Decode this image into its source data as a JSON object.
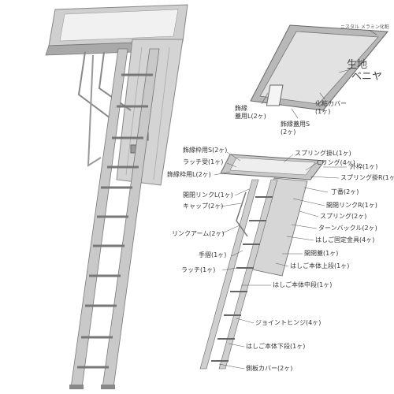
{
  "panel_labels": {
    "plywood_note": "生地\nベニヤ",
    "corner_note": "ニスタル メラミン化粧",
    "trim_l": "飾縁\n蓋用L(2ヶ)",
    "trim_s": "飾縁蓋用S\n(2ヶ)",
    "cover": "化粧カバー\n(1ヶ)"
  },
  "parts_labels": {
    "trim_frame_s": "飾縁枠用S(2ヶ)",
    "latch_receiver": "ラッチ受(1ヶ)",
    "trim_frame_l": "飾縁枠用L(2ヶ)",
    "link_l": "開閉リンクL(1ヶ)",
    "cap": "キャップ(2ヶ)",
    "link_arm": "リンクアーム(2ヶ)",
    "handrail": "手摺(1ヶ)",
    "latch": "ラッチ(1ヶ)",
    "spring_hook_l": "スプリング掛L(1ヶ)",
    "c_ring": "Cリング(4ヶ)",
    "outer_frame": "外枠(1ヶ)",
    "spring_hook_r": "スプリング掛R(1ヶ)",
    "hinge": "丁番(2ヶ)",
    "link_r": "開閉リンクR(1ヶ)",
    "spring": "スプリング(2ヶ)",
    "turnbuckle": "ターンバックル(2ヶ)",
    "ladder_bracket": "はしご固定金具(4ヶ)",
    "lid": "開閉蓋(1ヶ)",
    "ladder_top": "はしご本体上段(1ヶ)",
    "ladder_mid": "はしご本体中段(1ヶ)",
    "joint_hinge": "ジョイントヒンジ(4ヶ)",
    "ladder_bottom": "はしご本体下段(1ヶ)",
    "side_cover": "側板カバー(2ヶ)"
  }
}
